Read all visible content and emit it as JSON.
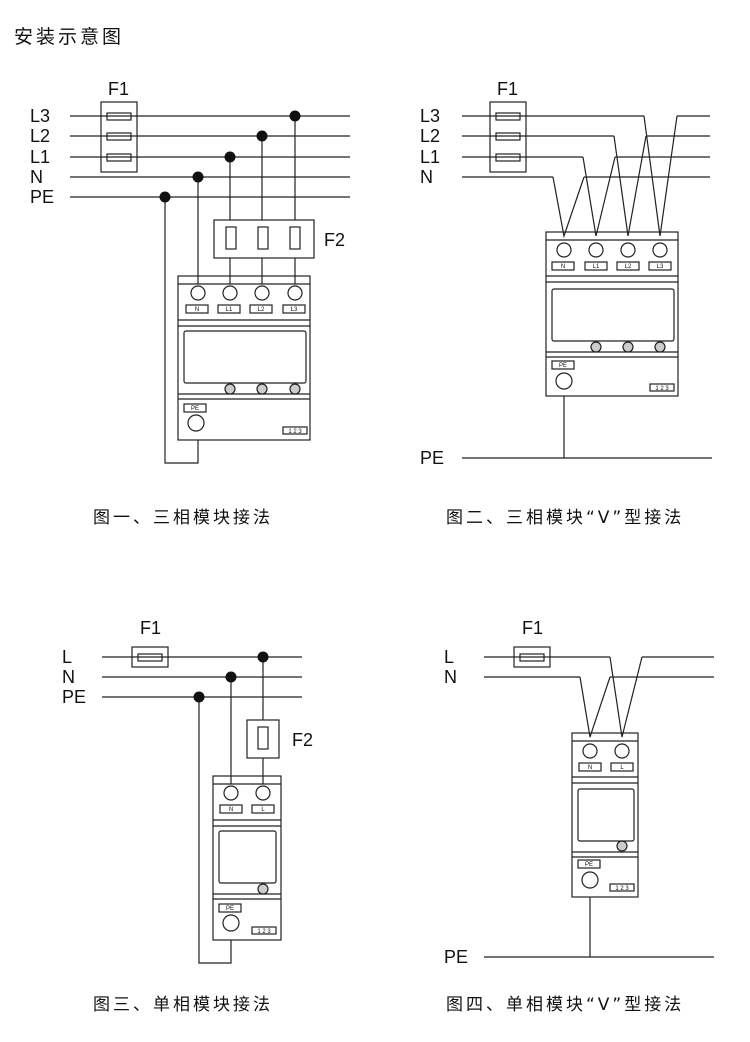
{
  "page": {
    "title": "安装示意图"
  },
  "diagrams": [
    {
      "caption": "图一、三相模块接法",
      "lines": [
        "L3",
        "L2",
        "L1",
        "N",
        "PE"
      ],
      "fuse1": "F1",
      "fuse2": "F2",
      "terminals": [
        "N",
        "L1",
        "L2",
        "L3"
      ],
      "pe_terminal": "PE",
      "indicator": "1 2 3"
    },
    {
      "caption": "图二、三相模块“V”型接法",
      "lines": [
        "L3",
        "L2",
        "L1",
        "N"
      ],
      "pe_line": "PE",
      "fuse1": "F1",
      "terminals": [
        "N",
        "L1",
        "L2",
        "L3"
      ],
      "pe_terminal": "PE",
      "indicator": "1 2 3"
    },
    {
      "caption": "图三、单相模块接法",
      "lines": [
        "L",
        "N",
        "PE"
      ],
      "fuse1": "F1",
      "fuse2": "F2",
      "terminals": [
        "N",
        "L"
      ],
      "pe_terminal": "PE",
      "indicator": "1 2 3"
    },
    {
      "caption": "图四、单相模块“V”型接法",
      "lines": [
        "L",
        "N"
      ],
      "pe_line": "PE",
      "fuse1": "F1",
      "terminals": [
        "N",
        "L"
      ],
      "pe_terminal": "PE",
      "indicator": "1 2 3"
    }
  ]
}
